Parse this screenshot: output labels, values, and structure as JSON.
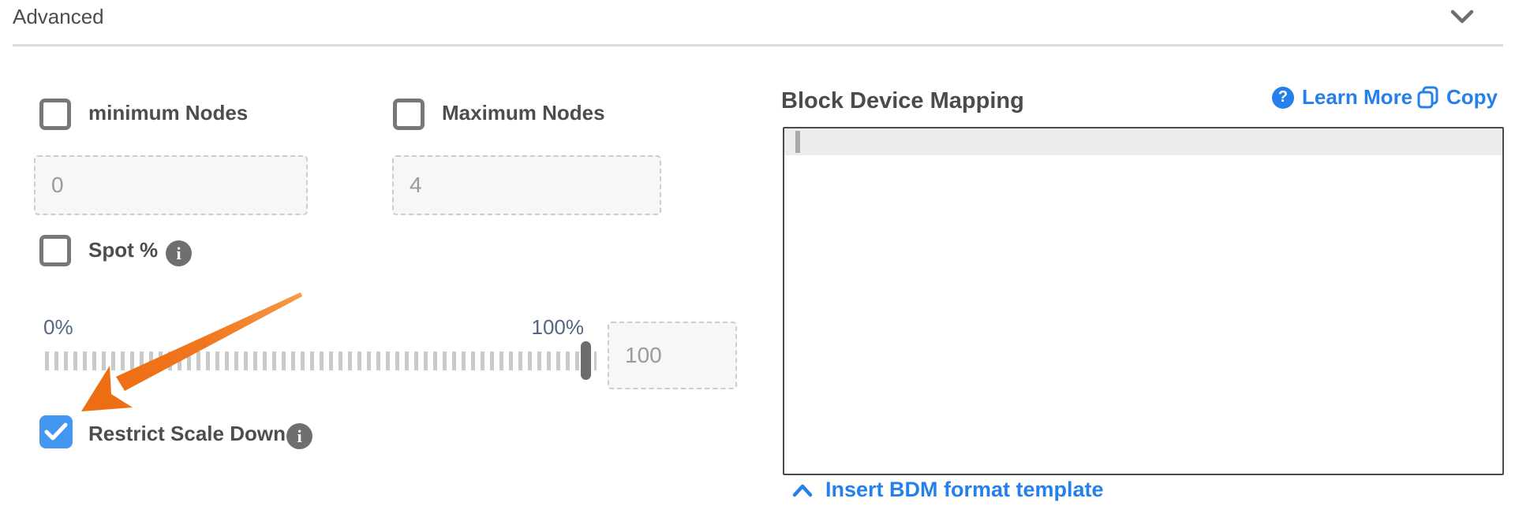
{
  "header": {
    "title": "Advanced"
  },
  "form": {
    "min_nodes": {
      "label": "minimum Nodes",
      "value": "0",
      "checked": false
    },
    "max_nodes": {
      "label": "Maximum Nodes",
      "value": "4",
      "checked": false
    },
    "spot": {
      "label": "Spot %",
      "checked": false,
      "info_glyph": "i"
    },
    "slider": {
      "min_label": "0%",
      "max_label": "100%",
      "value": "100",
      "position_percent": 100
    },
    "restrict": {
      "label": "Restrict Scale Down",
      "checked": true,
      "info_glyph": "i"
    }
  },
  "bdm": {
    "title": "Block Device Mapping",
    "help_glyph": "?",
    "learn_more_label": "Learn More",
    "copy_label": "Copy",
    "editor_value": "",
    "insert_template_label": "Insert BDM format template"
  },
  "icons": {
    "header_chevron": "chevron-down-icon",
    "spot_info": "info-icon",
    "restrict_info": "info-icon",
    "restrict_check": "check-icon",
    "learn_more": "question-circle-icon",
    "copy": "copy-icon",
    "insert_template": "chevron-up-icon",
    "annotation": "arrow-annotation"
  },
  "colors": {
    "accent_blue": "#2680eb",
    "checkbox_checked_blue": "#4497f0",
    "arrow_orange": "#f0761d",
    "text_dark": "#4c4c4c",
    "slider_label": "#556582",
    "input_text": "#9b9b9b"
  }
}
